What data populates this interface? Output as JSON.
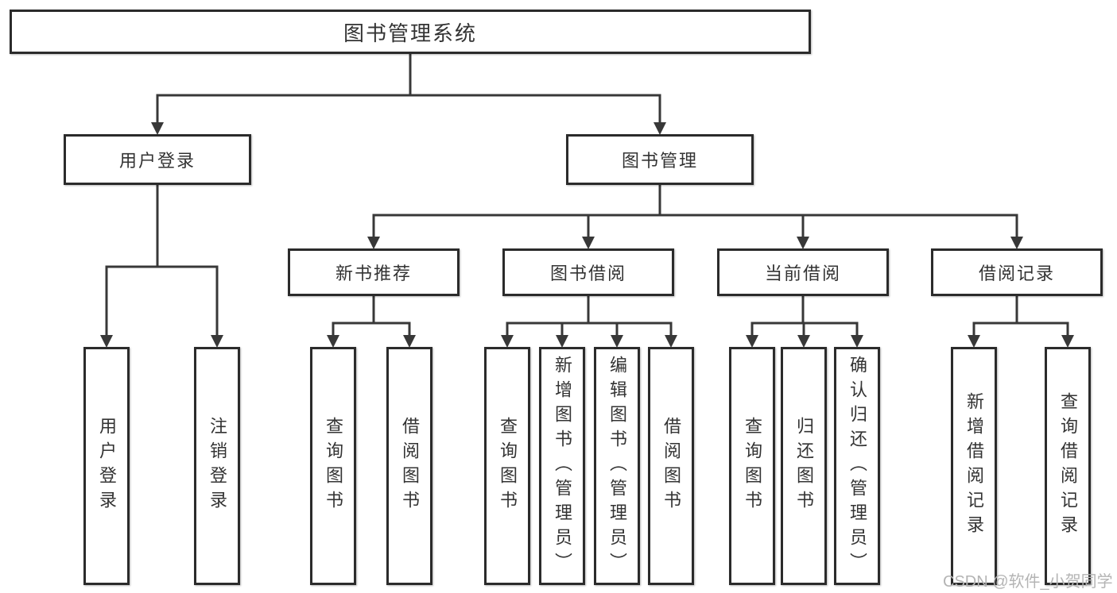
{
  "diagram": {
    "root": "图书管理系统",
    "level2": [
      "用户登录",
      "图书管理"
    ],
    "level3": [
      "新书推荐",
      "图书借阅",
      "当前借阅",
      "借阅记录"
    ],
    "level4": {
      "user": [
        "用户登录",
        "注销登录"
      ],
      "recommend": [
        "查询图书",
        "借阅图书"
      ],
      "borrow": [
        "查询图书",
        "新增图书（管理员）",
        "编辑图书（管理员）",
        "借阅图书"
      ],
      "current": [
        "查询图书",
        "归还图书",
        "确认归还（管理员）"
      ],
      "records": [
        "新增借阅记录",
        "查询借阅记录"
      ]
    }
  },
  "watermark": "CSDN @软件_小贺同学",
  "colors": {
    "line": "#383838",
    "box_border": "#2b2b2b",
    "box_background": "#ffffff",
    "text": "#333333",
    "watermark": "#b4b4b4",
    "page_background": "#ffffff"
  }
}
